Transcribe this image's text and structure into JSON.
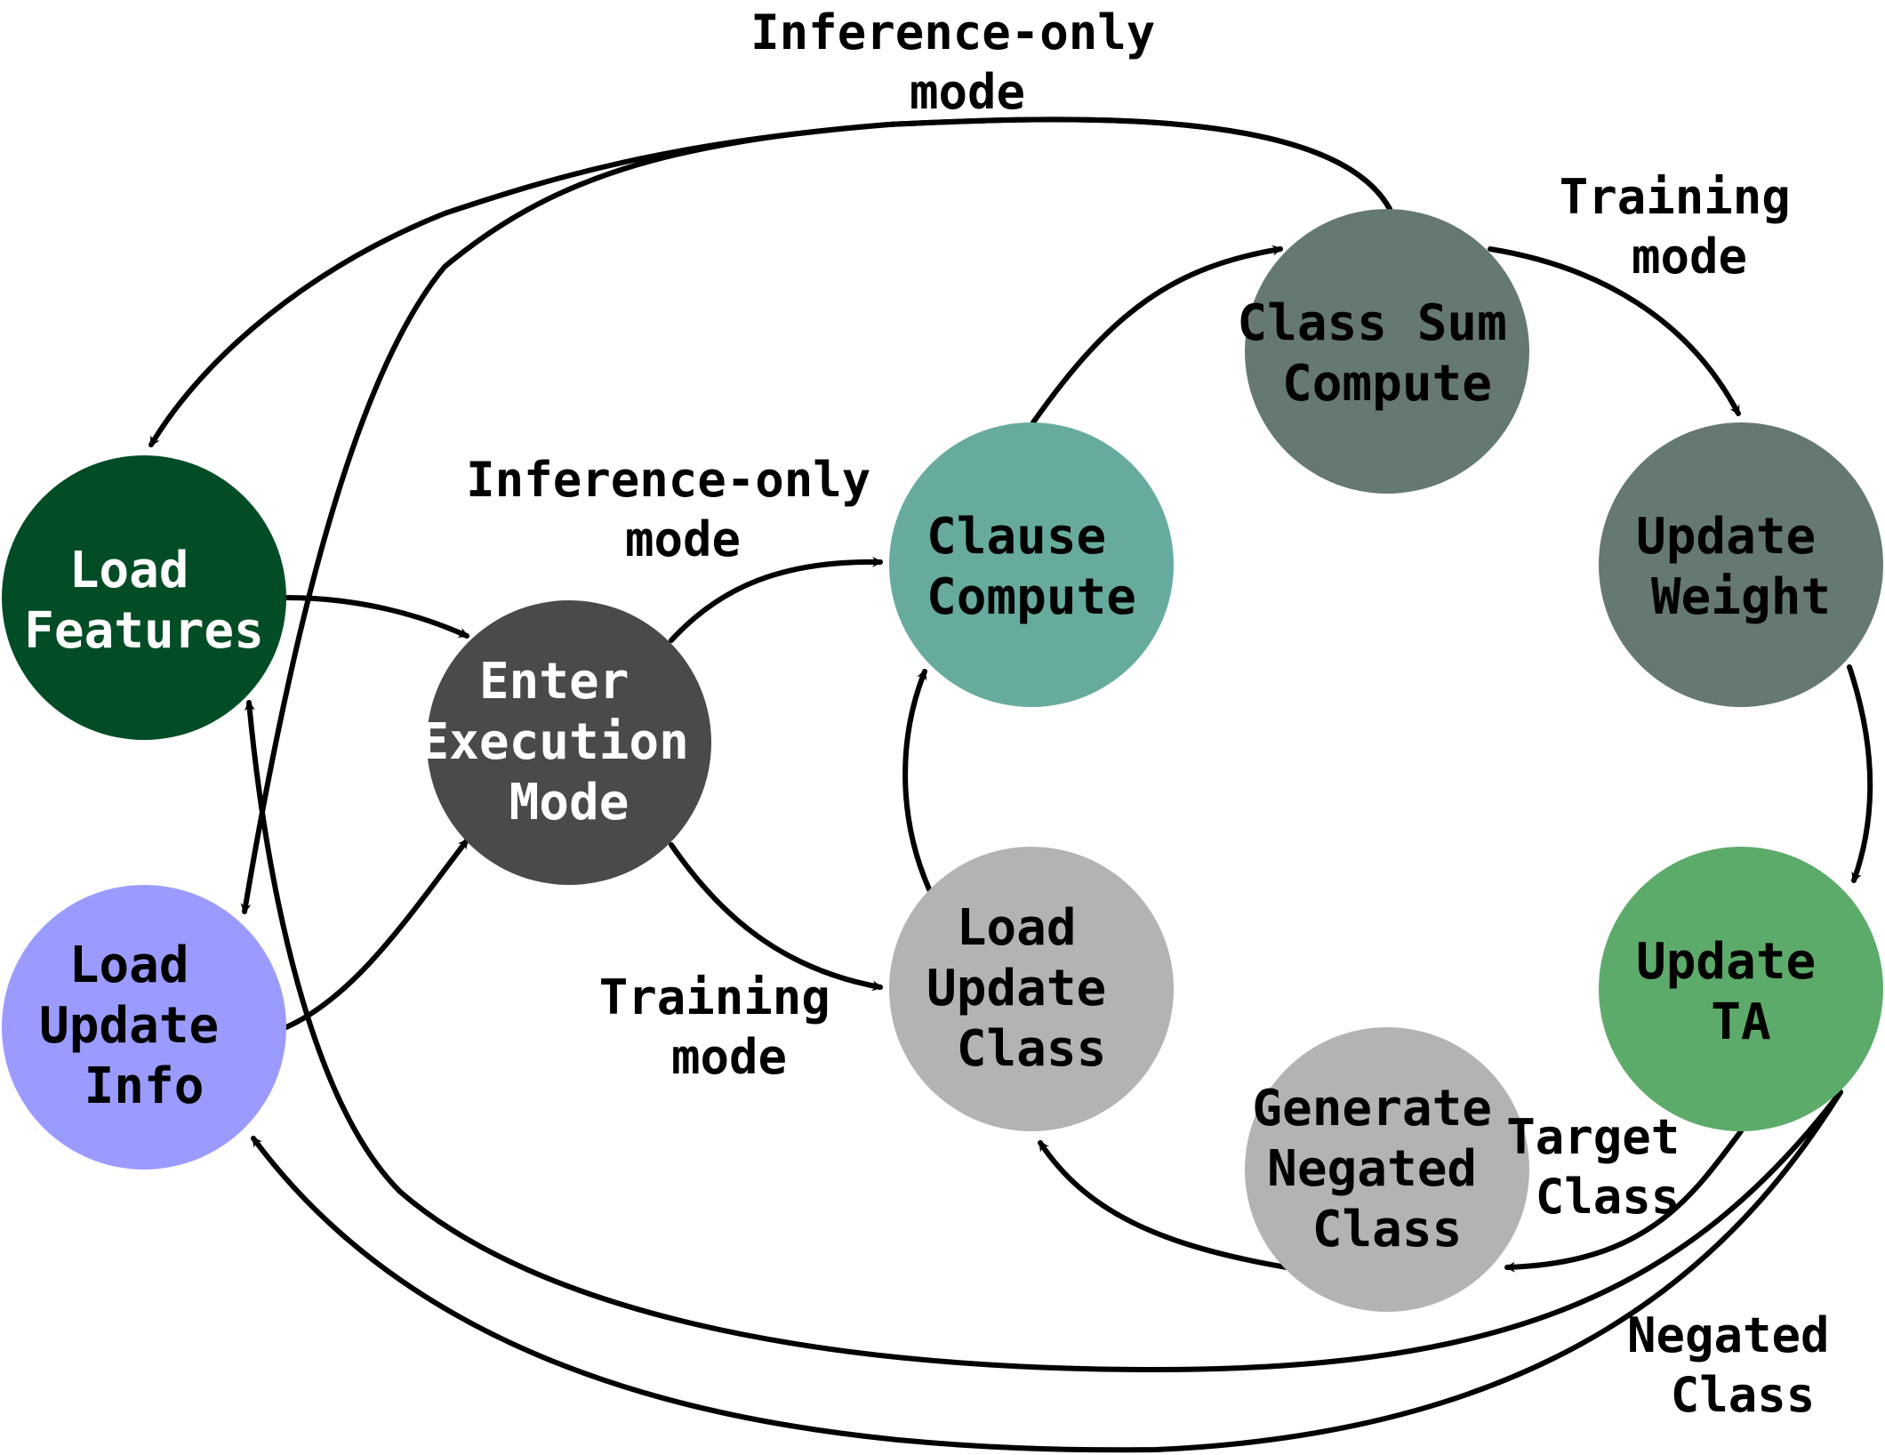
{
  "nodes": [
    {
      "id": "load-features",
      "lines": [
        "Load",
        "Features"
      ],
      "fill": "#034d26",
      "text_color": "#ffffff"
    },
    {
      "id": "load-update-info",
      "lines": [
        "Load",
        "Update",
        "Info"
      ],
      "fill": "#9b9bff",
      "text_color": "#000000"
    },
    {
      "id": "enter-execution-mode",
      "lines": [
        "Enter",
        "Execution",
        "Mode"
      ],
      "fill": "#4a4a4a",
      "text_color": "#ffffff"
    },
    {
      "id": "clause-compute",
      "lines": [
        "Clause",
        "Compute"
      ],
      "fill": "#67ab9e",
      "text_color": "#000000"
    },
    {
      "id": "class-sum-compute",
      "lines": [
        "Class Sum",
        "Compute"
      ],
      "fill": "#657872",
      "text_color": "#000000"
    },
    {
      "id": "update-weight",
      "lines": [
        "Update",
        "Weight"
      ],
      "fill": "#657872",
      "text_color": "#000000"
    },
    {
      "id": "update-ta",
      "lines": [
        "Update",
        "TA"
      ],
      "fill": "#5dab6b",
      "text_color": "#000000"
    },
    {
      "id": "generate-negated-class",
      "lines": [
        "Generate",
        "Negated",
        "Class"
      ],
      "fill": "#b3b3b3",
      "text_color": "#000000"
    },
    {
      "id": "load-update-class",
      "lines": [
        "Load",
        "Update",
        "Class"
      ],
      "fill": "#b3b3b3",
      "text_color": "#000000"
    }
  ],
  "edge_labels": [
    {
      "id": "inference-only-top",
      "lines": [
        "Inference-only",
        "mode"
      ]
    },
    {
      "id": "training-top",
      "lines": [
        "Training",
        "mode"
      ]
    },
    {
      "id": "inference-only-middle",
      "lines": [
        "Inference-only",
        "mode"
      ]
    },
    {
      "id": "training-bottom",
      "lines": [
        "Training",
        "mode"
      ]
    },
    {
      "id": "target-class",
      "lines": [
        "Target",
        "Class"
      ]
    },
    {
      "id": "negated-class",
      "lines": [
        "Negated",
        "Class"
      ]
    }
  ]
}
